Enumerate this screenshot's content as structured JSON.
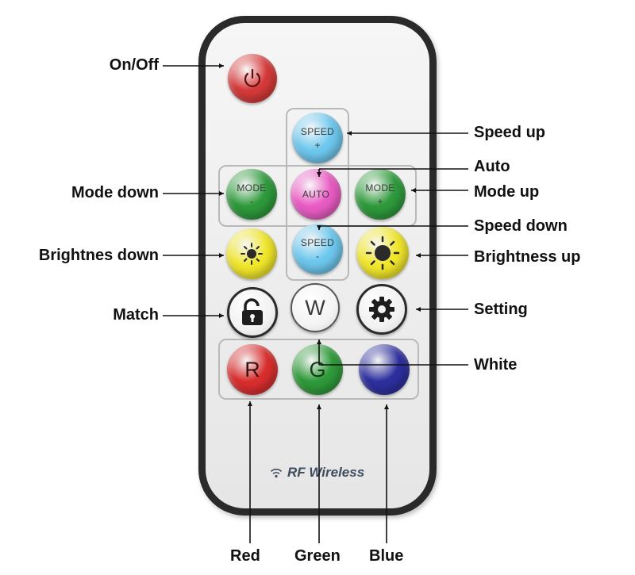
{
  "buttons": {
    "power": {
      "color": "#d63a3a"
    },
    "speed_up": {
      "line1": "SPEED",
      "line2": "+",
      "color": "#6ec8ee"
    },
    "mode_down": {
      "line1": "MODE",
      "line2": "-",
      "color": "#2e9a3b"
    },
    "auto": {
      "line1": "AUTO",
      "color": "#ea5cc4"
    },
    "mode_up": {
      "line1": "MODE",
      "line2": "+",
      "color": "#2e9a3b"
    },
    "brightness_down": {
      "color": "#f0e62a"
    },
    "speed_down": {
      "line1": "SPEED",
      "line2": "-",
      "color": "#6ec8ee"
    },
    "brightness_up": {
      "color": "#f0e62a"
    },
    "match": {
      "icon": "padlock-icon"
    },
    "white": {
      "letter": "W"
    },
    "setting": {
      "icon": "gear-icon"
    },
    "red": {
      "letter": "R",
      "color": "#d92e2e"
    },
    "green": {
      "letter": "G",
      "color": "#2f9a3a"
    },
    "blue": {
      "color": "#2e2f9e"
    }
  },
  "branding": {
    "text": "RF Wireless",
    "icon": "wireless-signal-icon"
  },
  "callouts": {
    "on_off": "On/Off",
    "speed_up": "Speed up",
    "auto": "Auto",
    "mode_down": "Mode down",
    "mode_up": "Mode up",
    "speed_down": "Speed down",
    "brightness_down": "Brightnes down",
    "brightness_up": "Brightness up",
    "match": "Match",
    "setting": "Setting",
    "white": "White",
    "red": "Red",
    "green": "Green",
    "blue": "Blue"
  }
}
